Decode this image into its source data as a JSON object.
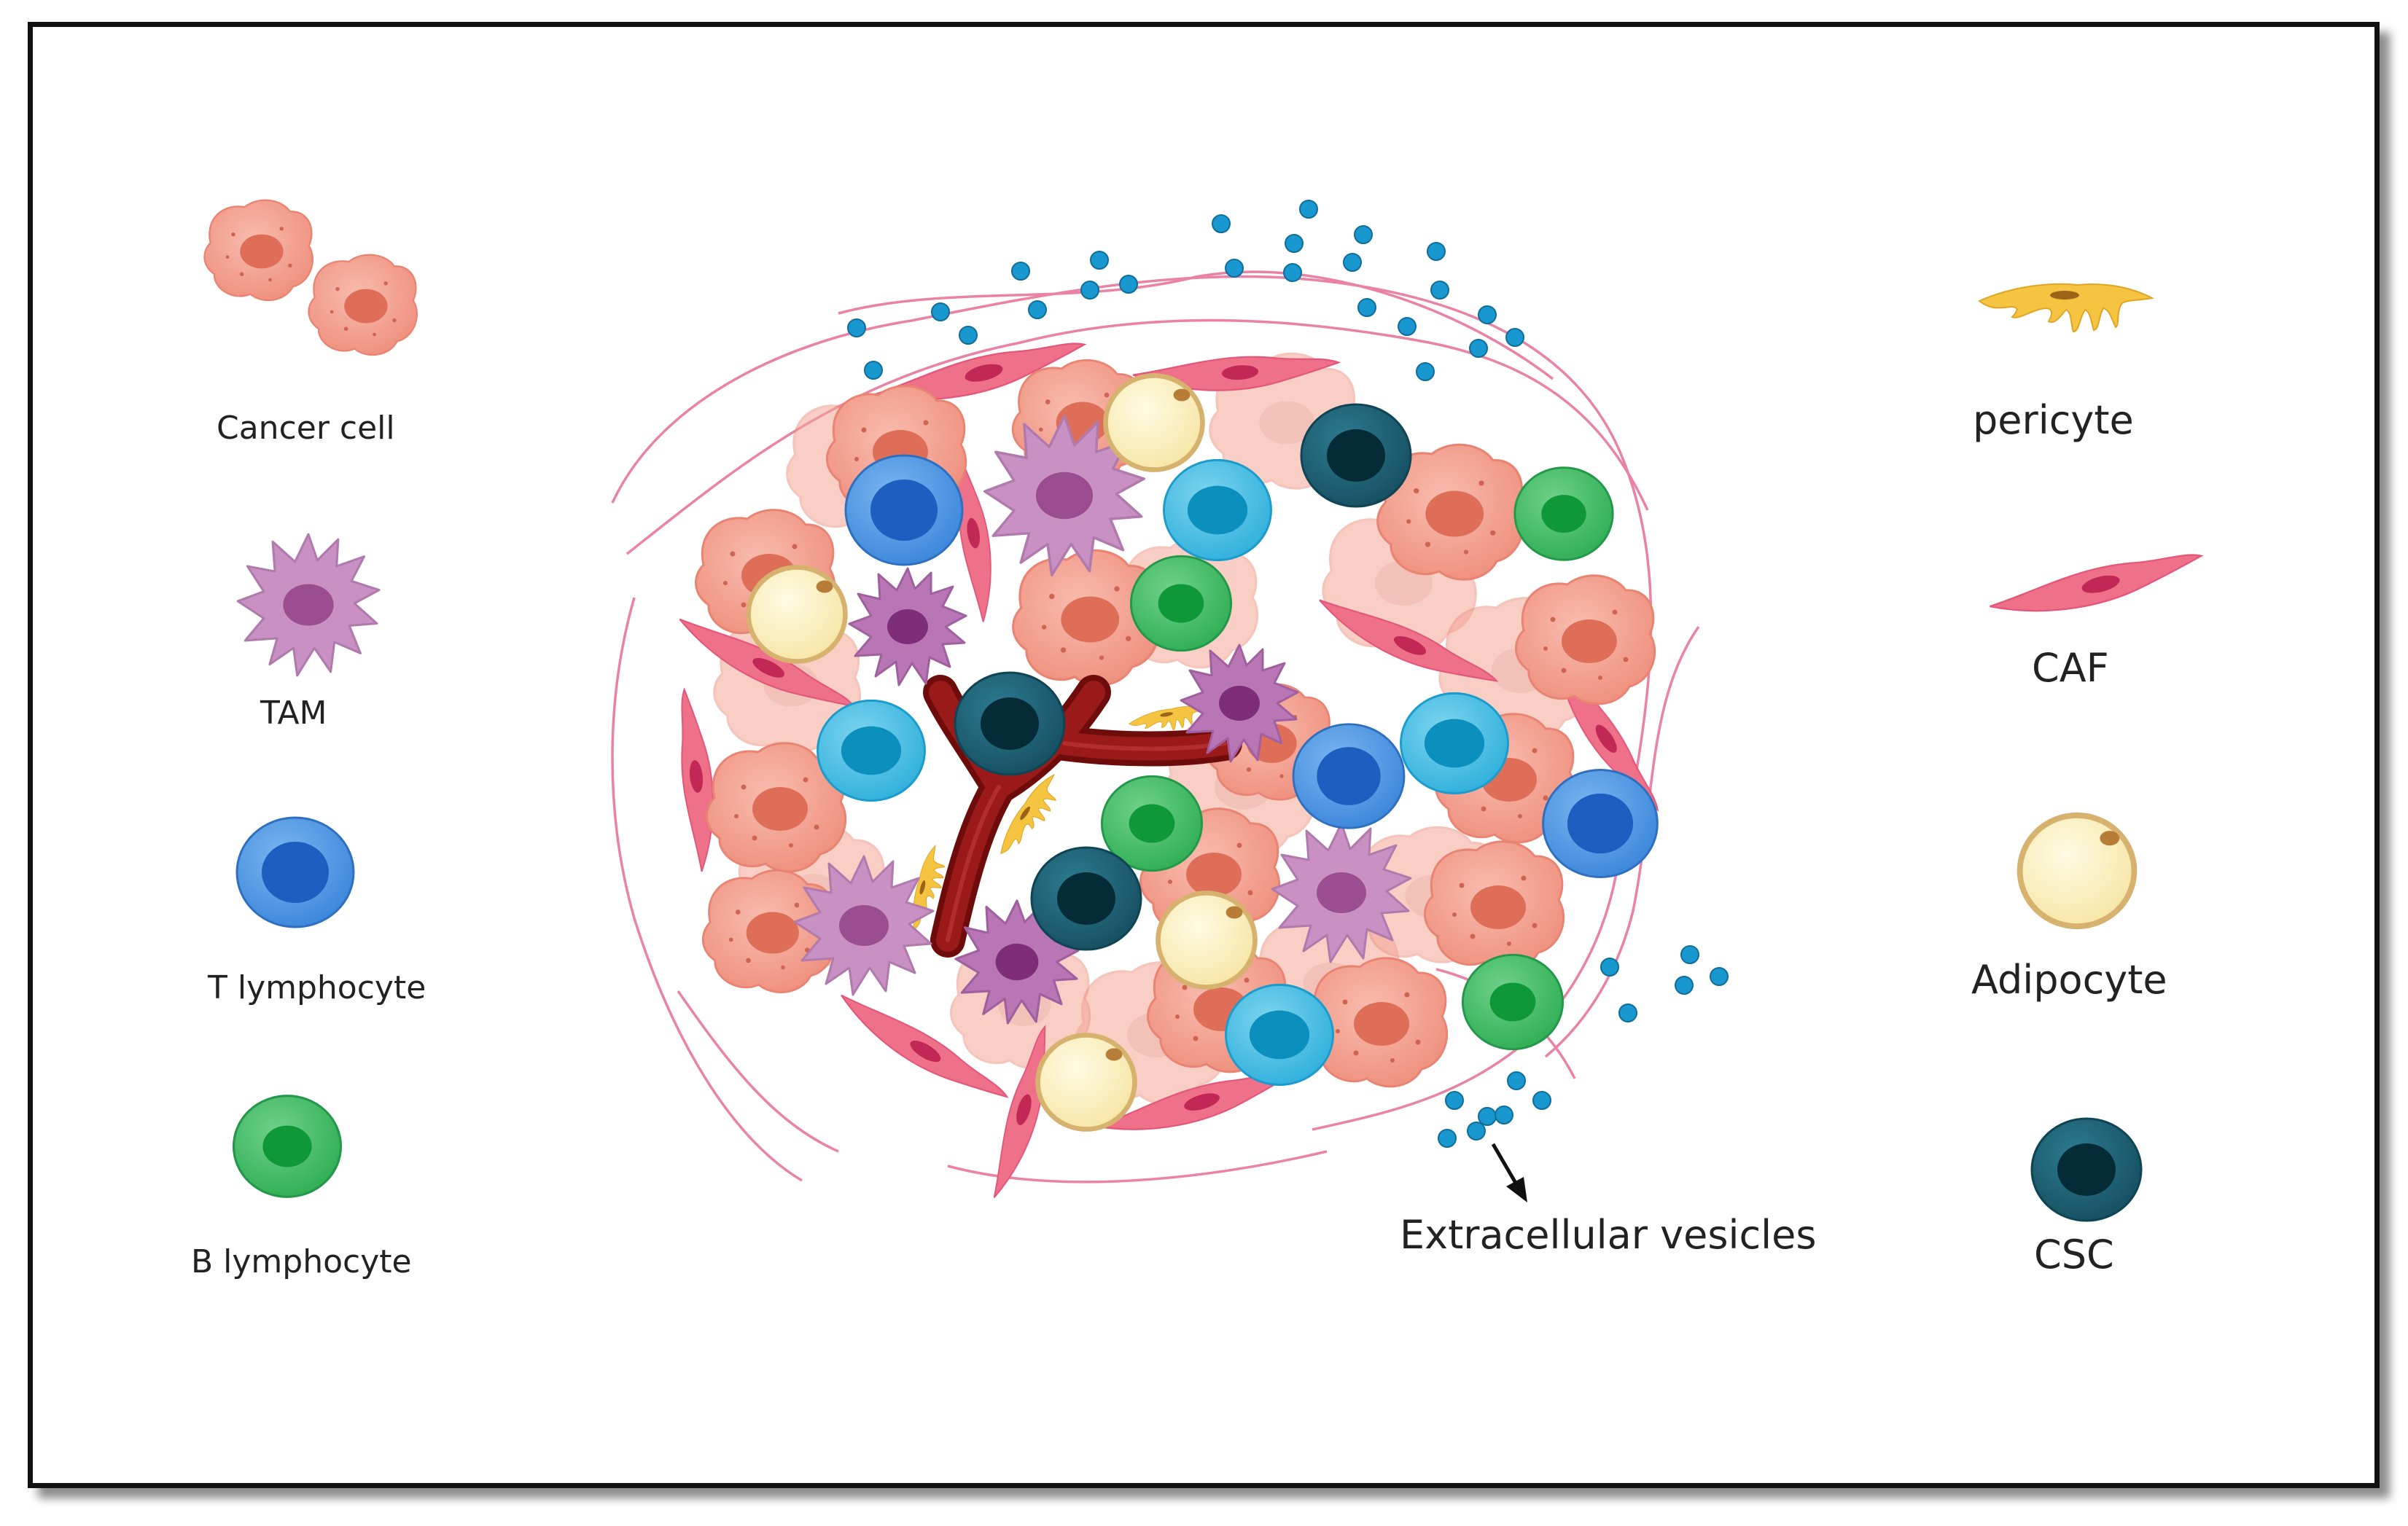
{
  "colors": {
    "cancer_fill": "#f3a291",
    "cancer_light": "#f6c2b8",
    "cancer_nucleus": "#e2725d",
    "tam_fill": "#c98fc4",
    "tam_nucleus": "#9c4f90",
    "tam_macro": "#a764a0",
    "t_cell_fill": "#5aa0e6",
    "t_cell_nucleus": "#1f63c2",
    "t_cell_cyan": "#4fc0e3",
    "t_cell_cyan_nucleus": "#0d8fbe",
    "b_cell_fill": "#4bbd67",
    "b_cell_nucleus": "#0f9a3a",
    "csc_fill": "#1b5f73",
    "csc_nucleus": "#062e3a",
    "caf_fill": "#ee6f88",
    "caf_nucleus": "#c42a55",
    "adipocyte_fill": "#fbefb6",
    "adipocyte_rim": "#d9b373",
    "pericyte": "#f6c544",
    "vessel": "#8b1414",
    "vesicle": "#1a9ad0",
    "fiber": "#e66a8f",
    "frame": "#111111"
  },
  "legend": {
    "left": [
      {
        "icon": "cancer-cell-icon",
        "label": "Cancer cell"
      },
      {
        "icon": "tam-icon",
        "label": "TAM"
      },
      {
        "icon": "t-lymphocyte-icon",
        "label": "T lymphocyte"
      },
      {
        "icon": "b-lymphocyte-icon",
        "label": "B lymphocyte"
      }
    ],
    "right": [
      {
        "icon": "pericyte-icon",
        "label": "pericyte"
      },
      {
        "icon": "caf-icon",
        "label": "CAF"
      },
      {
        "icon": "adipocyte-icon",
        "label": "Adipocyte"
      },
      {
        "icon": "csc-icon",
        "label": "CSC"
      }
    ]
  },
  "annotation": {
    "vesicles_label": "Extracellular vesicles"
  }
}
